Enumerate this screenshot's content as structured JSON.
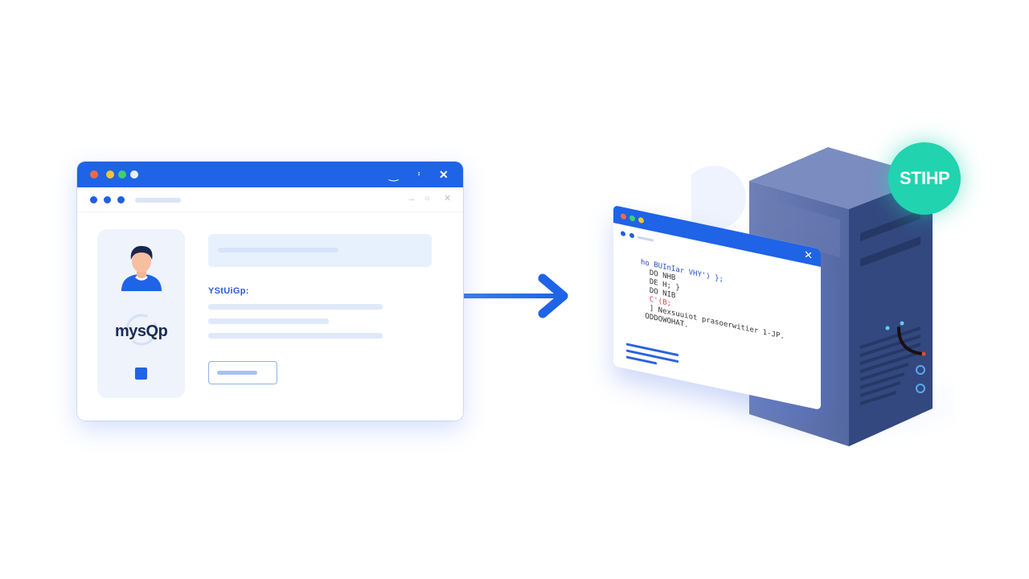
{
  "left_window": {
    "title_dots": [
      "#f06a4a",
      "#f5c433",
      "#3fd06b",
      "#e6f0ff"
    ],
    "title_controls": {
      "minimize": "‿",
      "maximize": "⠆",
      "close": "✕"
    },
    "nav_dots_color": "#1f5fe0",
    "nav_controls": {
      "forward": "→",
      "search": "○",
      "close": "✕"
    },
    "profile_card": {
      "avatar": "user-avatar",
      "logo_text": "mysQp"
    },
    "form": {
      "label": "YStUiGp:",
      "button_placeholder": ""
    }
  },
  "arrow": {
    "direction": "right",
    "color": "#1f63e6"
  },
  "code_window": {
    "title_dots": [
      "#f06a4a",
      "#3fd06b",
      "#f5c433"
    ],
    "close": "✕",
    "code_lines": [
      {
        "text": "ho BUInIar VHY') };",
        "class": "kw"
      },
      {
        "text": "  DO NHB",
        "class": ""
      },
      {
        "text": "  DE H; }",
        "class": ""
      },
      {
        "text": "  DO NIB",
        "class": ""
      },
      {
        "text": "  C'(B;",
        "class": "r"
      },
      {
        "text": "  ] Nexsuuiot prasoerwitier 1-JP.",
        "class": ""
      },
      {
        "text": " ODDOWOHAT.",
        "class": ""
      }
    ]
  },
  "server": {
    "badge_text": "STIHP",
    "badge_color": "#22d3b0",
    "body_color": "#3a4f8f"
  }
}
